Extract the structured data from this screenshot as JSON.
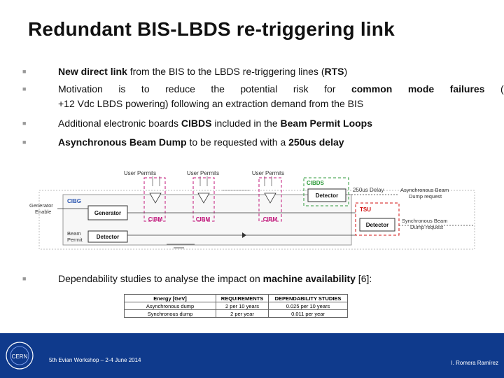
{
  "slide": {
    "title": "Redundant BIS-LBDS re-triggering link",
    "bullets": [
      {
        "parts": [
          "New direct link",
          " from the BIS to the LBDS re-triggering lines (",
          "RTS",
          ")"
        ]
      },
      {
        "line1a": "Motivation is to reduce the potential risk for ",
        "line1b": "common mode failures",
        "line1c": " (e.g:",
        "line2": "+12 Vdc LBDS powering)  following an extraction demand from the BIS"
      },
      {
        "parts": [
          "Additional electronic boards ",
          "CIBDS",
          " included in the ",
          "Beam Permit Loops"
        ]
      },
      {
        "parts": [
          "Asynchronous Beam Dump",
          " to be requested with a ",
          "250us delay"
        ]
      },
      {
        "parts": [
          "Dependability studies to analyse the impact on ",
          "machine  availability",
          " [6]:"
        ]
      }
    ]
  },
  "diagram": {
    "user_permits": [
      "User Permits",
      "User Permits",
      "User Permits"
    ],
    "cibds_label": "CIBDS",
    "detector1": "Detector",
    "delay": "250us Delay",
    "async_request": [
      "Asynchronous Beam",
      "Dump request"
    ],
    "sync_request": [
      "Synchronous Beam",
      "Dump request"
    ],
    "generator_enable": [
      "Generator",
      "Enable"
    ],
    "cibg": "CIBG",
    "generator": "Generator",
    "beam_permit": [
      "Beam",
      "Permit"
    ],
    "detector2": "Detector",
    "cibm": [
      "CIBM",
      "CIBM",
      "CIBM"
    ],
    "tsu": "TSU",
    "detector3": "Detector"
  },
  "table": {
    "headers": [
      "Energy [GeV]",
      "REQUIREMENTS",
      "DEPENDABILITY STUDIES"
    ],
    "rows": [
      [
        "Asynchronous dump",
        "2 per 10 years",
        "0.025 per 10 years"
      ],
      [
        "Synchronous dump",
        "2 per year",
        "0.011 per year"
      ]
    ]
  },
  "footer": {
    "logo_text": "CERN",
    "workshop": "5th Evian Workshop – 2-4 June 2014",
    "author": "I. Romera Ramírez"
  },
  "colors": {
    "footer_bg": "#0f3a8c",
    "pink": "#c0157a",
    "red": "#d01010",
    "green": "#2e9a3a"
  }
}
